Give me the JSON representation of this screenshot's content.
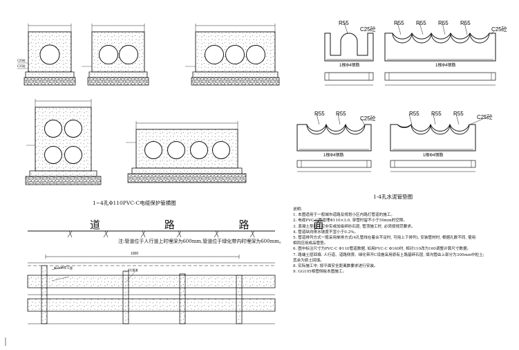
{
  "left_caption": "1~4孔Φ110PVC-C电缆保护管横图",
  "right_caption": "1-4孔水泥管垫图",
  "road_title": "道 路 路 面",
  "depth_note": "注:管道位于人行道上时埋深为600mm,管道位于绿化带内时埋深为600mm。",
  "radius_label": "R55",
  "concrete_label": "C25砼",
  "rebar_label": "1根Φ4钢筋",
  "dim_1000": "1000",
  "section_notes": {
    "label_a": "C20砼",
    "label_b": "C15砼"
  },
  "profile_labels": {
    "pipe_callout": "Φ110PVC-C管",
    "pit_callout": "4孔管道"
  },
  "notes": {
    "title": "说明:",
    "lines": [
      "1. 本图适用于一般城市道路及规划小区内路灯管道的施工。",
      "2. 电缆PVC-C管道埋Φ110×3.0, 穿管时留不小于50mm的空隙。",
      "3. 混凝土垫层下应夯实或加级碎砂石层, 管顶施工时, 必须按规范要求。",
      "4. 管道纵向排水坡度不宜小于0.2%。",
      "5. 管道排列方式一般采用单排方式(4孔管线在着合不足时, 可用上下排列), 安装管材时, 根据孔数不同, 使用",
      "   相同应用成品管垫。",
      "6. 图中标注尺寸为PVC-C Φ110管道数据, 如用PVC-C Φ160时, 相对110改为160调整计算尺寸数据。",
      "7. 路端土层回填: 人行道、道路侧旁、绿化带开C设施采用原有土路基碎石层, 填沟管由上部分为300mm中粒土;",
      "   其余为原土回填。",
      "8. 实际施工中, 按平面安全距离数要求进行安装。",
      "9. GG105相管侧板本图施工。"
    ]
  }
}
